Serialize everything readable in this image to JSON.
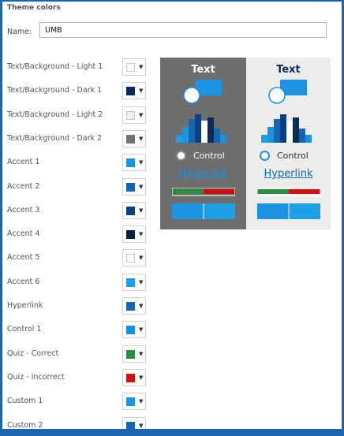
{
  "section_title": "Theme colors",
  "name_label": "Name:",
  "name_value": "UMB",
  "rows": [
    {
      "label": "Text/Background - Light 1",
      "color": "#ffffff",
      "light": true
    },
    {
      "label": "Text/Background - Dark 1",
      "color": "#0a2b55"
    },
    {
      "label": "Text/Background - Light 2",
      "color": "#eeeeee",
      "light": true
    },
    {
      "label": "Text/Background - Dark 2",
      "color": "#707070"
    },
    {
      "label": "Accent 1",
      "color": "#1d92e0"
    },
    {
      "label": "Accent 2",
      "color": "#1566b0"
    },
    {
      "label": "Accent 3",
      "color": "#0c3f82"
    },
    {
      "label": "Accent 4",
      "color": "#0a1f3e"
    },
    {
      "label": "Accent 5",
      "color": "#ffffff",
      "light": true
    },
    {
      "label": "Accent 6",
      "color": "#1fa0e6"
    },
    {
      "label": "Hyperlink",
      "color": "#1566b0"
    },
    {
      "label": "Control 1",
      "color": "#1a8fe0"
    },
    {
      "label": "Quiz - Correct",
      "color": "#2e8b44"
    },
    {
      "label": "Quiz - Incorrect",
      "color": "#cc1111"
    },
    {
      "label": "Custom 1",
      "color": "#1d92e0"
    },
    {
      "label": "Custom 2",
      "color": "#1566b0"
    }
  ],
  "preview": {
    "dark": {
      "text": "Text",
      "control": "Control",
      "hyperlink": "Hyperlink"
    },
    "light": {
      "text": "Text",
      "control": "Control",
      "hyperlink": "Hyperlink"
    }
  },
  "colors": {
    "accent": "#1d92e0",
    "dark_bg": "#6d6d6d",
    "light_bg": "#ececec",
    "dark_text": "#0a2b55",
    "link": "#1566b0",
    "correct": "#2e8b44",
    "incorrect": "#cc1111"
  }
}
